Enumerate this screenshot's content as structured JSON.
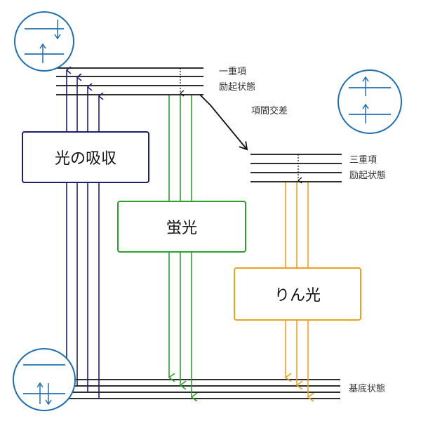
{
  "labels": {
    "singlet": [
      "一重項",
      "励起状態"
    ],
    "isc": "項間交差",
    "triplet": [
      "三重項",
      "励起状態"
    ],
    "ground": "基底状態"
  },
  "boxes": {
    "absorption": "光の吸収",
    "fluorescence": "蛍光",
    "phosphorescence": "りん光"
  },
  "colors": {
    "absorption": "#1e1e6e",
    "fluorescence": "#2ca02c",
    "phosphorescence": "#f0a020",
    "level": "#111111",
    "circle": "#1f6fb0"
  }
}
